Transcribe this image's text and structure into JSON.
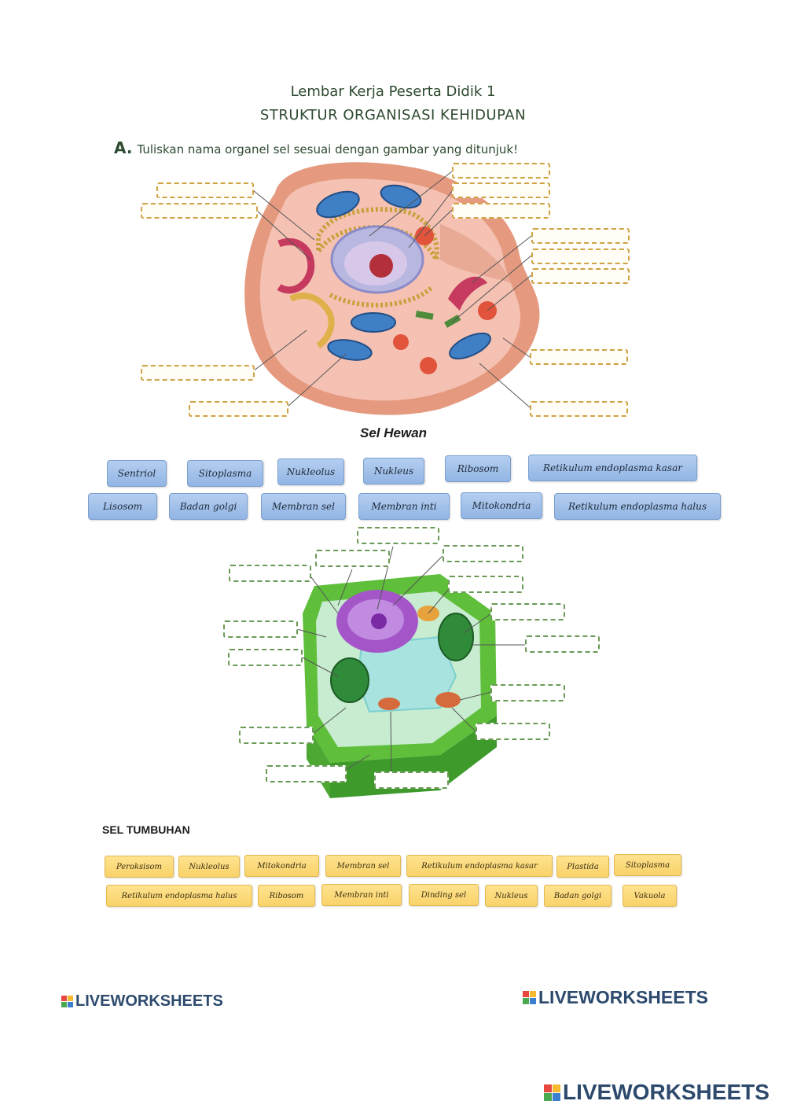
{
  "header": {
    "title": "Lembar Kerja Peserta Didik 1",
    "subtitle": "STRUKTUR ORGANISASI KEHIDUPAN",
    "instruction_letter": "A.",
    "instruction_text": "Tuliskan nama organel sel sesuai dengan gambar yang ditunjuk!"
  },
  "animal_cell": {
    "caption": "Sel Hewan",
    "word_bank_row1": [
      "Sentriol",
      "Sitoplasma",
      "Nukleolus",
      "Nukleus",
      "Ribosom",
      "Retikulum endoplasma kasar"
    ],
    "word_bank_row2": [
      "Lisosom",
      "Badan golgi",
      "Membran sel",
      "Membran inti",
      "Mitokondria",
      "Retikulum endoplasma halus"
    ]
  },
  "plant_cell": {
    "caption": "SEL TUMBUHAN",
    "word_bank_row1": [
      "Peroksisom",
      "Nukleolus",
      "Mitokondria",
      "Membran sel",
      "Retikulum endoplasma kasar",
      "Plastida",
      "Sitoplasma"
    ],
    "word_bank_row2": [
      "Retikulum endoplasma halus",
      "Ribosom",
      "Membran inti",
      "Dinding sel",
      "Nukleus",
      "Badan golgi",
      "Vakuola"
    ]
  },
  "branding": {
    "logo_text": "LIVEWORKSHEETS",
    "logo_colors": [
      "#e8473f",
      "#f5b82e",
      "#4aa84f",
      "#3c7fd1"
    ]
  }
}
